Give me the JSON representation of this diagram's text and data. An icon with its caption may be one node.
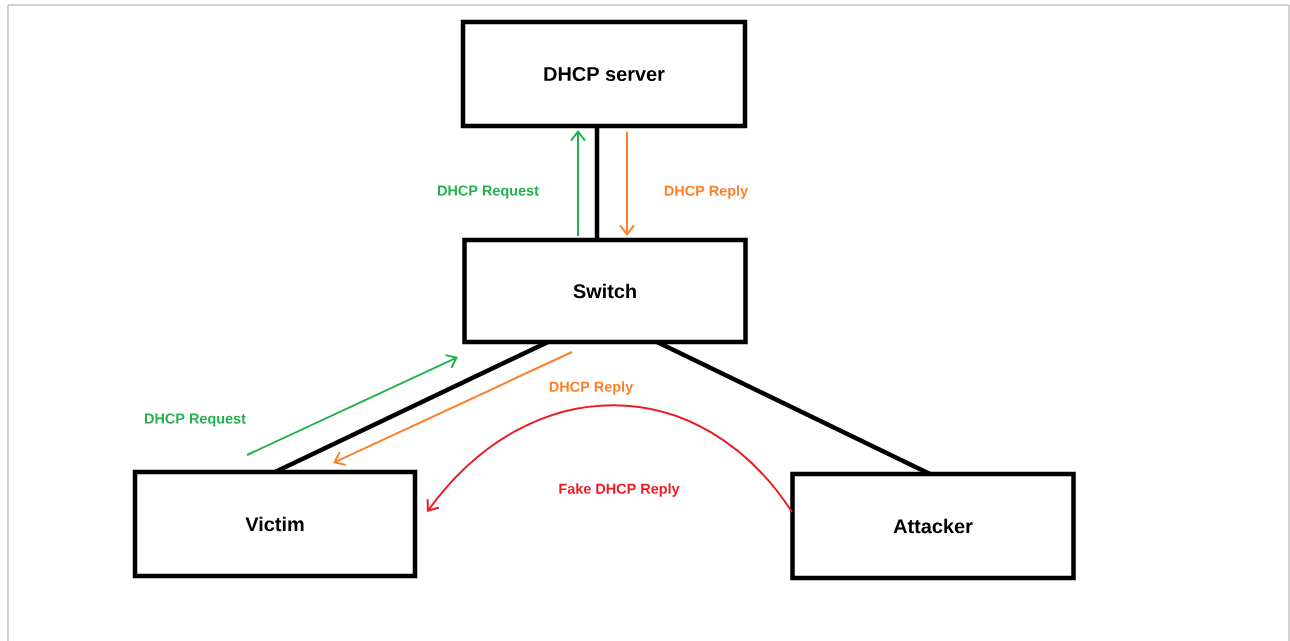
{
  "diagram": {
    "nodes": [
      {
        "text": [
          "DHCP server"
        ]
      },
      {
        "text": [
          "Switch"
        ]
      },
      {
        "text": [
          "Victim"
        ]
      },
      {
        "text": [
          "Attacker"
        ]
      }
    ],
    "edges": [
      {
        "from": 0,
        "to": 1,
        "arrow": "none",
        "style": "thick"
      },
      {
        "from": 1,
        "to": 2,
        "arrow": "none",
        "style": "thick"
      },
      {
        "from": 1,
        "to": 3,
        "arrow": "none",
        "style": "thick"
      },
      {
        "from": 1,
        "to": 0,
        "arrow": "to",
        "label": "DHCP Request",
        "color": "#22b14c"
      },
      {
        "from": 0,
        "to": 1,
        "arrow": "to",
        "label": "DHCP Reply",
        "color": "#ff7f27"
      },
      {
        "from": 2,
        "to": 1,
        "arrow": "to",
        "label": "DHCP Request",
        "color": "#22b14c"
      },
      {
        "from": 1,
        "to": 2,
        "arrow": "to",
        "label": "DHCP Reply",
        "color": "#ff7f27"
      },
      {
        "from": 3,
        "to": 2,
        "arrow": "to",
        "label": "Fake DHCP Reply",
        "color": "#ed1c24"
      }
    ]
  }
}
